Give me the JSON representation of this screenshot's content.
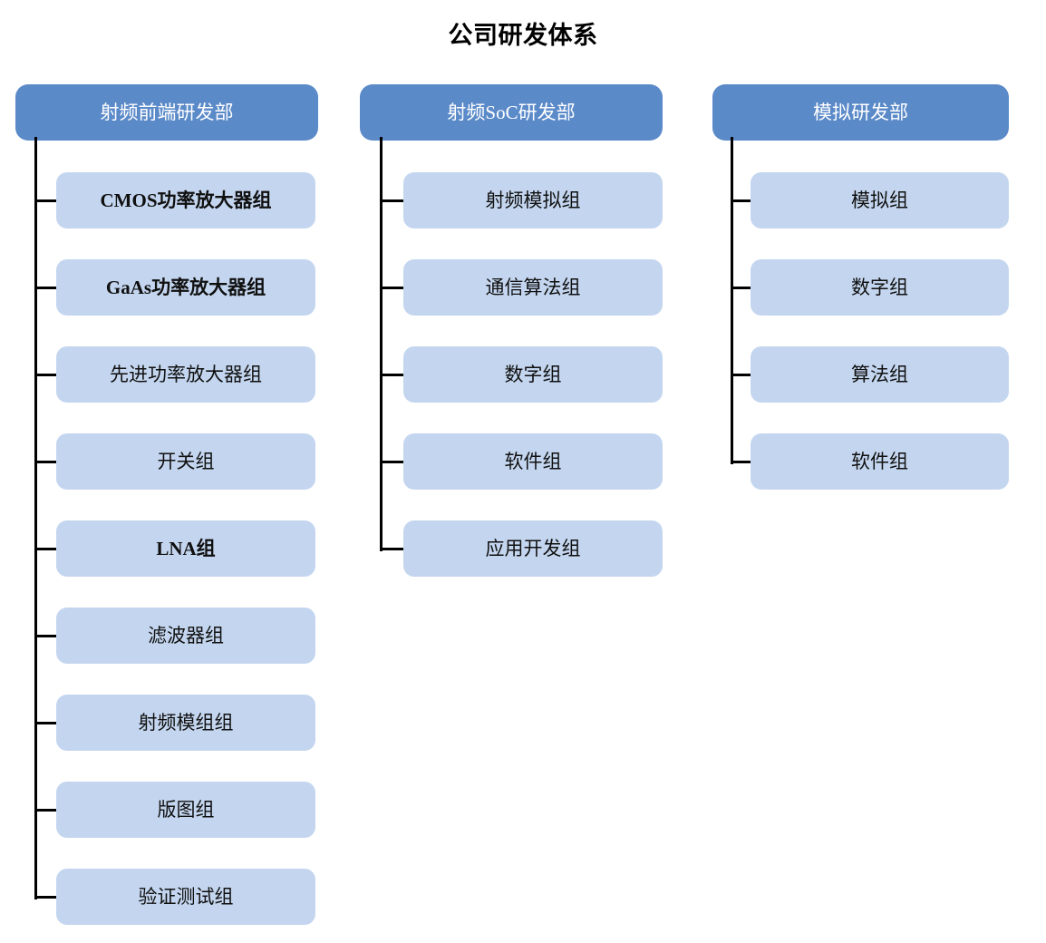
{
  "title": "公司研发体系",
  "diagram": {
    "type": "org-chart",
    "orientation": "vertical-branch",
    "colors": {
      "root_fill": "#5B8AC9",
      "root_text": "#FFFFFF",
      "child_fill": "#C4D6EF",
      "child_text": "#101010",
      "connector": "#000000",
      "background": "#FFFFFF"
    },
    "columns": [
      {
        "id": "rf-frontend",
        "root": {
          "label": "射频前端研发部"
        },
        "children": [
          {
            "label": "CMOS功率放大器组",
            "bold": true
          },
          {
            "label": "GaAs功率放大器组",
            "bold": true
          },
          {
            "label": "先进功率放大器组",
            "bold": false
          },
          {
            "label": "开关组",
            "bold": false
          },
          {
            "label": "LNA组",
            "bold": true
          },
          {
            "label": "滤波器组",
            "bold": false
          },
          {
            "label": "射频模组组",
            "bold": false
          },
          {
            "label": "版图组",
            "bold": false
          },
          {
            "label": "验证测试组",
            "bold": false
          }
        ]
      },
      {
        "id": "rf-soc",
        "root": {
          "label": "射频SoC研发部"
        },
        "children": [
          {
            "label": "射频模拟组",
            "bold": false
          },
          {
            "label": "通信算法组",
            "bold": false
          },
          {
            "label": "数字组",
            "bold": false
          },
          {
            "label": "软件组",
            "bold": false
          },
          {
            "label": "应用开发组",
            "bold": false
          }
        ]
      },
      {
        "id": "analog",
        "root": {
          "label": "模拟研发部"
        },
        "children": [
          {
            "label": "模拟组",
            "bold": false
          },
          {
            "label": "数字组",
            "bold": false
          },
          {
            "label": "算法组",
            "bold": false
          },
          {
            "label": "软件组",
            "bold": false
          }
        ]
      }
    ]
  }
}
